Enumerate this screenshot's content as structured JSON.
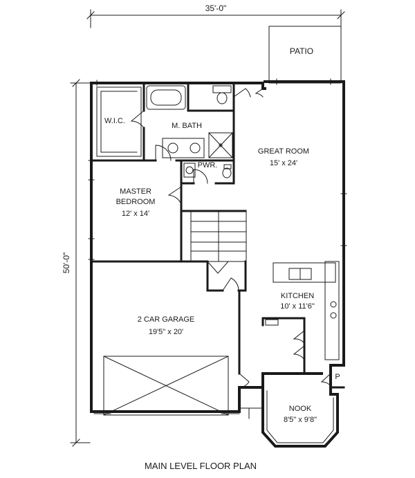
{
  "plan_title": "MAIN LEVEL FLOOR PLAN",
  "dimensions": {
    "width_label": "35'-0\"",
    "depth_label": "50'-0\""
  },
  "rooms": {
    "patio": {
      "name": "PATIO"
    },
    "wic": {
      "name": "W.I.C."
    },
    "master_bath": {
      "name": "M. BATH"
    },
    "great_room": {
      "name": "GREAT ROOM",
      "size": "15' x 24'"
    },
    "powder": {
      "name": "PWR."
    },
    "master_bedroom": {
      "name_line1": "MASTER",
      "name_line2": "BEDROOM",
      "size": "12' x 14'"
    },
    "kitchen": {
      "name": "KITCHEN",
      "size": "10' x 11'6\""
    },
    "garage": {
      "name": "2 CAR GARAGE",
      "size": "19'5\" x 20'"
    },
    "pantry": {
      "name": "P"
    },
    "nook": {
      "name": "NOOK",
      "size": "8'5\" x 9'8\""
    }
  },
  "colors": {
    "line": "#1a1a1a",
    "fill": "#ffffff"
  }
}
